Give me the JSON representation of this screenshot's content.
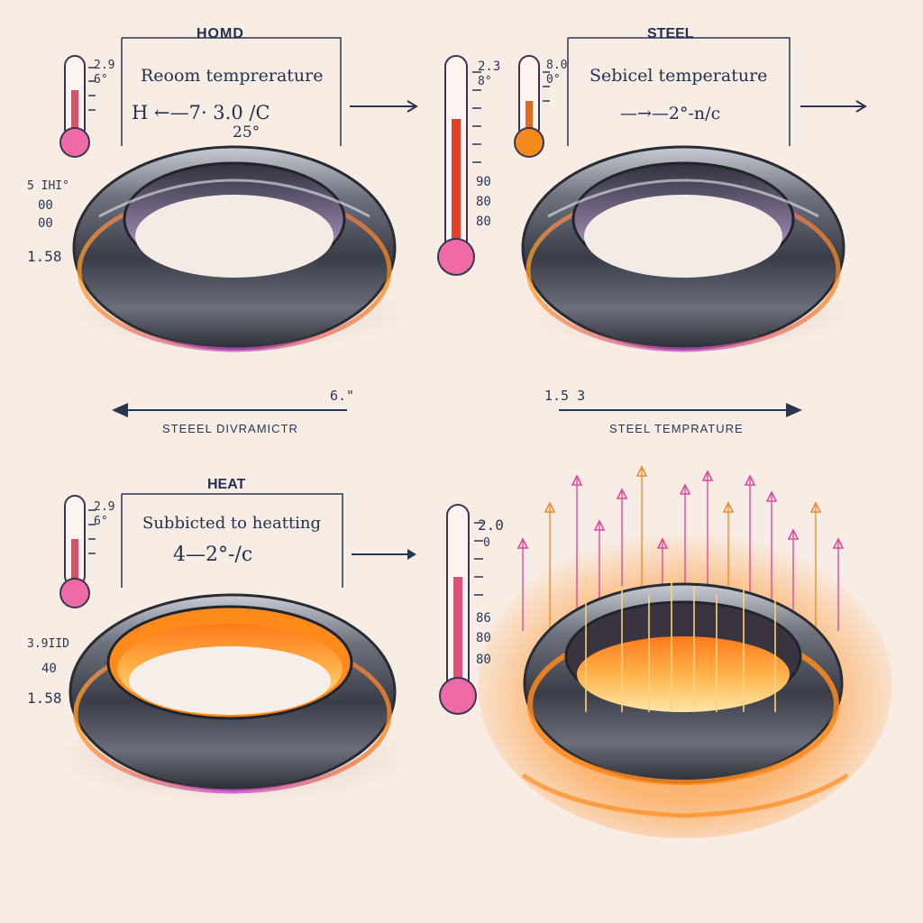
{
  "panels": [
    {
      "title": "HOMD",
      "caption": "Reoom temprerature",
      "reading_main": "H ←—7· 3.0 /C",
      "reading_sub": "25°",
      "thermo_scale": [
        "2.9",
        "6°"
      ],
      "side_values": [
        "5 IHI°",
        "00",
        "00",
        "1.58"
      ]
    },
    {
      "title": "STEEL",
      "caption": "Sebicel temperature",
      "reading_main": "—→—2°-n/c",
      "thermo_scale": [
        "8.0",
        "0°"
      ],
      "center_scale": [
        "2.3",
        "8°",
        "90",
        "80",
        "80"
      ]
    },
    {
      "title": "HEAT",
      "caption": "Subbicted to heatting",
      "reading_main": "4—2°-/c",
      "thermo_scale": [
        "2.9",
        "6°"
      ],
      "side_values": [
        "3.9IID",
        "40",
        "1.58"
      ]
    },
    {
      "center_scale": [
        "2.0",
        "0",
        "86",
        "80",
        "80"
      ]
    }
  ],
  "middle_row": {
    "left_value": "6.\"",
    "left_label": "STEEEL DIVRAMICTR",
    "right_value": "1.5 3",
    "right_label": "STEEL TEMPRATURE"
  },
  "colors": {
    "background": "#f8ede4",
    "ink": "#2a3550",
    "steel_dark": "#3b3f4a",
    "steel_light": "#9aa1ad",
    "glow_orange": "#ff8a1c",
    "glow_pink": "#e0479a",
    "mercury_red": "#e0402a",
    "bulb_pink": "#f06aa8"
  },
  "icons": [
    "thermometer-icon",
    "arrow-right-icon",
    "arrow-left-icon",
    "heat-arrow-icon"
  ]
}
